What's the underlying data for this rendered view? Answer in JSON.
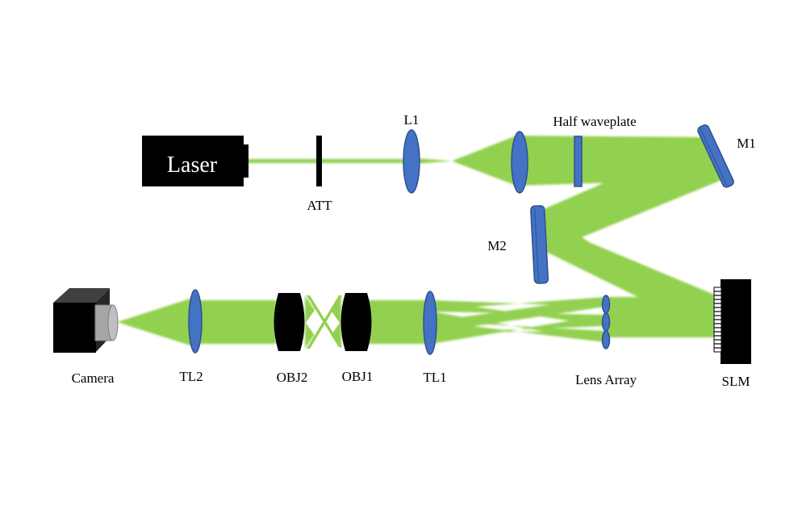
{
  "diagram": {
    "labels": {
      "laser": "Laser",
      "att": "ATT",
      "l1": "L1",
      "half_waveplate": "Half waveplate",
      "m1": "M1",
      "m2": "M2",
      "slm": "SLM",
      "lens_array": "Lens Array",
      "tl1": "TL1",
      "obj1": "OBJ1",
      "obj2": "OBJ2",
      "tl2": "TL2",
      "camera": "Camera"
    },
    "colors": {
      "beam": "#92d050",
      "lens": "#4472c4",
      "lens_stroke": "#2f528f",
      "device": "#000000",
      "camera_lens": "#a6a6a6"
    }
  }
}
